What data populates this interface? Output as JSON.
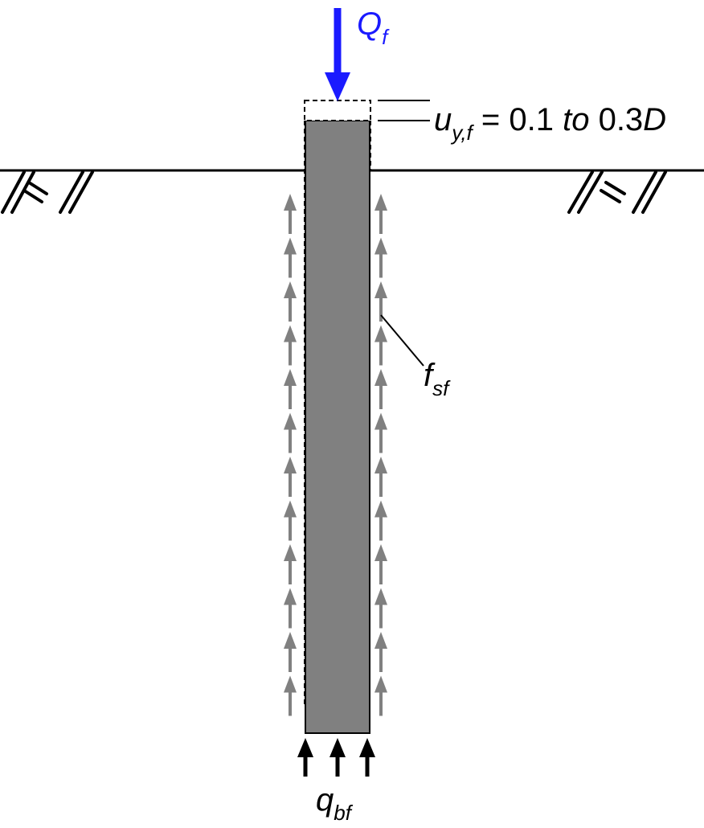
{
  "labels": {
    "applied_load": {
      "symbol": "Q",
      "subscript": "f"
    },
    "displacement": {
      "symbol": "u",
      "subscript": "y,f",
      "equals": " = 0.1 ",
      "to_word": "to",
      "value": " 0.3",
      "unit_symbol": "D"
    },
    "shaft_friction": {
      "symbol": "f",
      "subscript": "sf"
    },
    "base_resistance": {
      "symbol": "q",
      "subscript": "bf"
    }
  },
  "colors": {
    "pile_fill": "#808080",
    "load_arrow": "#1a1aff",
    "friction_arrows": "#808080",
    "base_arrows": "#000000",
    "outline": "#000000"
  },
  "icons": {
    "ground_hatch": "soil-hatch-icon",
    "friction_arrow": "arrow-up-icon",
    "load_arrow": "arrow-down-icon"
  }
}
